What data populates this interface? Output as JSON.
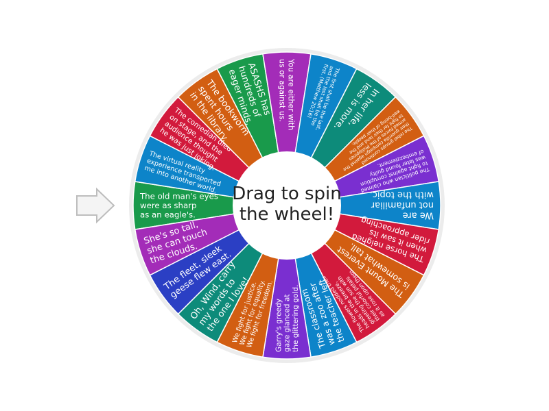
{
  "hub": {
    "line1": "Drag to spin",
    "line2": "the wheel!"
  },
  "pointer": {
    "icon": "arrow-right-icon",
    "fill": "#f4f4f4",
    "stroke": "#bdbdbd"
  },
  "wheel": {
    "rim_color": "#ececec",
    "divider_color": "#ffffff",
    "segments": [
      {
        "lines": [
          "The old man's eyes",
          "were as sharp",
          "as an eagle's."
        ],
        "color": "#199a4b"
      },
      {
        "lines": [
          "The virtual reality",
          "experience transported",
          "me into another world."
        ],
        "color": "#0d84c9"
      },
      {
        "lines": [
          "The comedian died",
          "on stage, and the",
          "audience thought",
          "he was just joking."
        ],
        "color": "#d21a3c"
      },
      {
        "lines": [
          "The bookworm",
          "spent hours",
          "in the library."
        ],
        "color": "#d25e12"
      },
      {
        "lines": [
          "ASASHS has",
          "hundreds of",
          "eager minds."
        ],
        "color": "#199a4b"
      },
      {
        "lines": [
          "You are either with",
          "us or against us."
        ],
        "color": "#a32cb8"
      },
      {
        "lines": [
          "The first shall be the last,",
          "and the last shall be the",
          "first. (Matthew 20:16)"
        ],
        "color": "#0d84c9"
      },
      {
        "lines": [
          "In her life,",
          "less is more."
        ],
        "color": "#0d8b7a"
      },
      {
        "lines": [
          "The rebel groups continued",
          "their guerrilla campaign against the",
          "armed forces of the Philippines",
          "to fight for their land and the",
          "well-being of their people."
        ],
        "color": "#d25e12"
      },
      {
        "lines": [
          "The politician who claimed",
          "to fight against corruption",
          "was later found guilty",
          "of embezzlement."
        ],
        "color": "#7a2fd0"
      },
      {
        "lines": [
          "We are",
          "not unfamiliar",
          "with the topic."
        ],
        "color": "#0d84c9"
      },
      {
        "lines": [
          "The horse neighed",
          "when it saw its",
          "rider approaching."
        ],
        "color": "#d21a3c"
      },
      {
        "lines": [
          "The Mount Everest",
          "is somewhat tall."
        ],
        "color": "#d25e12"
      },
      {
        "lines": [
          "The flowers nodded their",
          "heads in the breeze,",
          "greeting the sun with",
          "their colorful petals",
          "as it rose upon them."
        ],
        "color": "#d21a3c"
      },
      {
        "lines": [
          "The classroom",
          "was a zoo after",
          "the teacher left."
        ],
        "color": "#0d84c9"
      },
      {
        "lines": [
          "Garry's greedy",
          "gaze glanced at",
          "the glittering gold."
        ],
        "color": "#7a2fd0"
      },
      {
        "lines": [
          "We fight for justice.",
          "We fight for equality.",
          "We fight for freedom."
        ],
        "color": "#d25e12"
      },
      {
        "lines": [
          "Oh, Wind, carry",
          "my words to",
          "the one I love!"
        ],
        "color": "#0d8b7a"
      },
      {
        "lines": [
          "The fleet, sleek",
          "geese flew east."
        ],
        "color": "#2b3fc4"
      },
      {
        "lines": [
          "She's so tall,",
          "she can touch",
          "the clouds."
        ],
        "color": "#a32cb8"
      }
    ]
  }
}
